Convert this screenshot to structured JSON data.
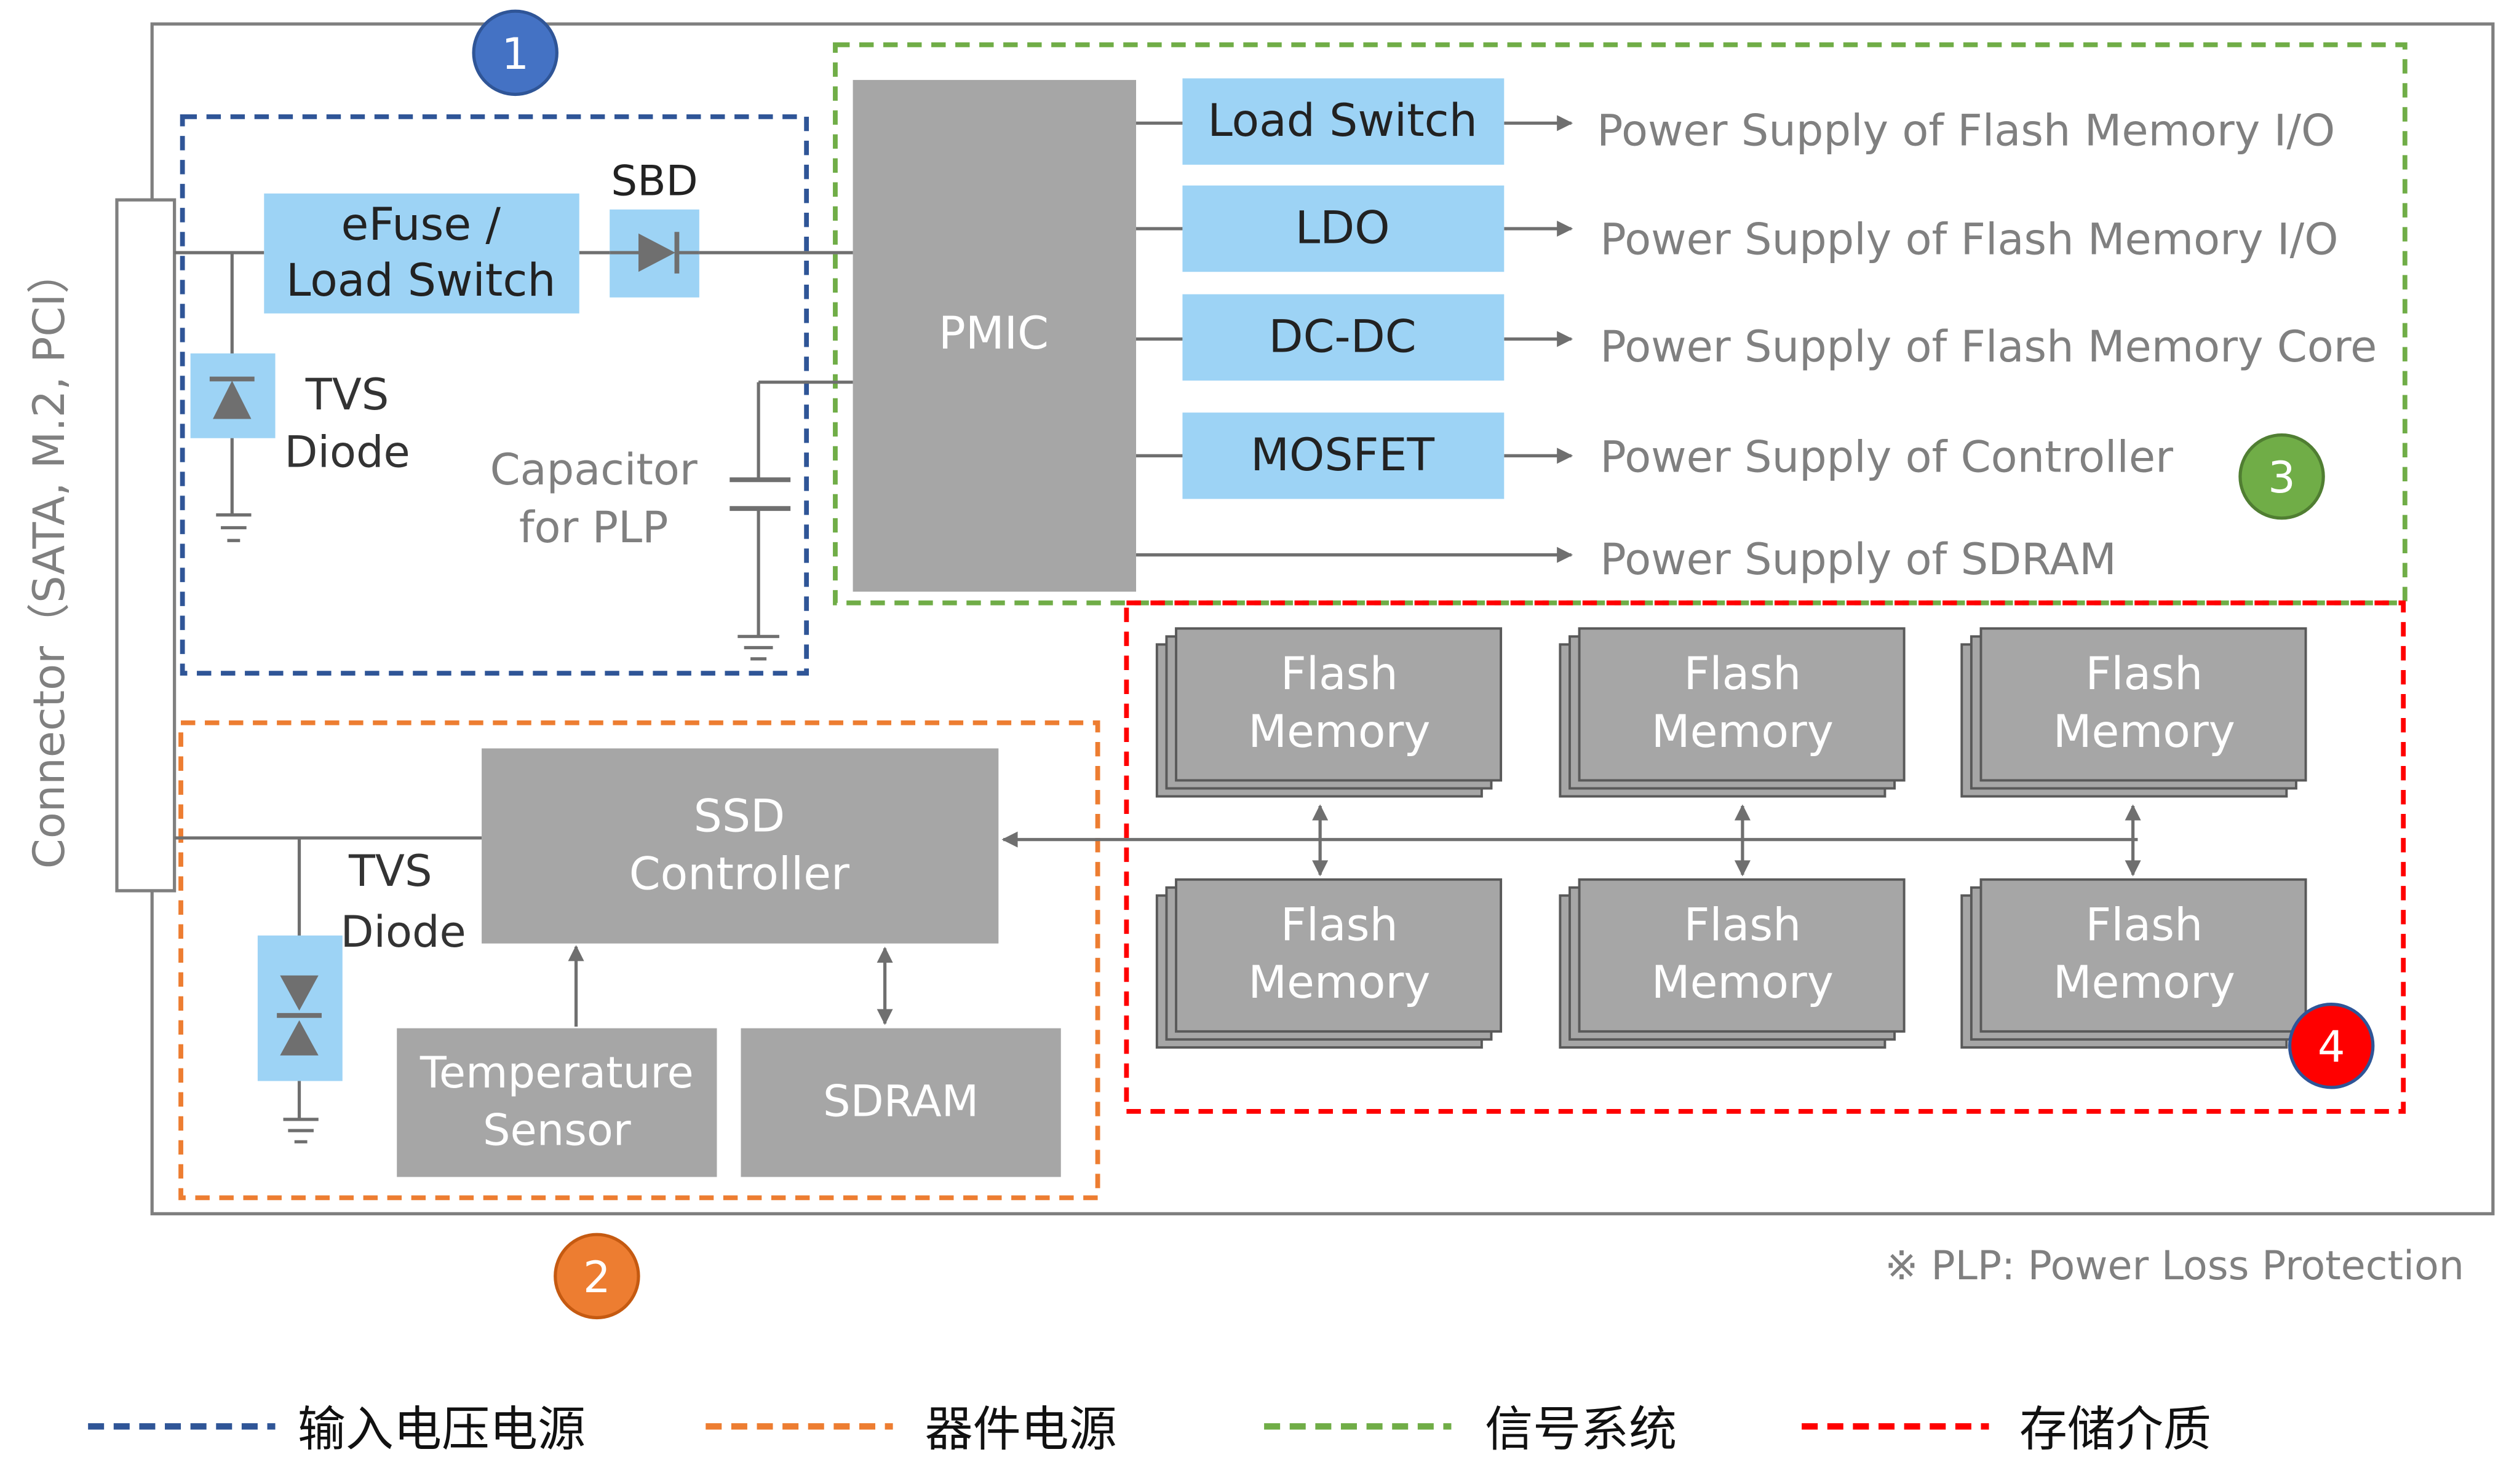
{
  "circles": [
    {
      "num": "1",
      "color": "#4472C4"
    },
    {
      "num": "2",
      "color": "#ED7D31"
    },
    {
      "num": "3",
      "color": "#70AD47"
    },
    {
      "num": "4",
      "color": "#FF0000"
    }
  ],
  "connector_label": "Connector（SATA, M.2, PCI）",
  "efuse": [
    "eFuse /",
    "Load Switch"
  ],
  "sbd": "SBD",
  "tvs1": [
    "TVS",
    "Diode"
  ],
  "capacitor": [
    "Capacitor",
    "for PLP"
  ],
  "pmic": "PMIC",
  "power_blocks": [
    {
      "label": "Load Switch",
      "output": "Power Supply of Flash Memory I/O"
    },
    {
      "label": "LDO",
      "output": "Power Supply of Flash Memory I/O"
    },
    {
      "label": "DC-DC",
      "output": "Power Supply of Flash Memory Core"
    },
    {
      "label": "MOSFET",
      "output": "Power Supply of Controller"
    }
  ],
  "sdram_supply": "Power Supply of SDRAM",
  "flash_label": [
    "Flash",
    "Memory"
  ],
  "controller": [
    "SSD",
    "Controller"
  ],
  "tvs2": [
    "TVS",
    "Diode"
  ],
  "temp_sensor": [
    "Temperature",
    "Sensor"
  ],
  "sdram": "SDRAM",
  "footnote": "※ PLP: Power Loss Protection",
  "legend": [
    {
      "label": "输入电压电源",
      "color": "#2F5597"
    },
    {
      "label": "器件电源",
      "color": "#ED7D31"
    },
    {
      "label": "信号系统",
      "color": "#70AD47"
    },
    {
      "label": "存储介质",
      "color": "#FF0000"
    }
  ],
  "colors": {
    "block_gray": "#A6A6A6",
    "block_blue": "#9DD3F5",
    "line_gray": "#6F6F6F",
    "text_gray": "#808080"
  }
}
